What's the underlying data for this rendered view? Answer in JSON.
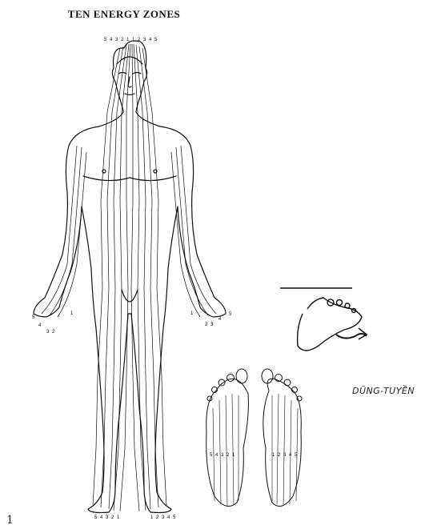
{
  "title": "TEN ENERGY ZONES",
  "head_numbers": "5 4 3 2 1 1 2 3 4 5",
  "right_hand_numbers": {
    "top": "5",
    "mid": "4",
    "low": "3 2",
    "thumb": "1"
  },
  "left_hand_numbers": {
    "thumb": "1",
    "low": "2 3",
    "mid": "4",
    "top": "5"
  },
  "foot_numbers_left": "5 4 3 2 1",
  "foot_numbers_right": "1 2 3 4 5",
  "sole_numbers_left": "5 4 3 2 1",
  "sole_numbers_right": "1 2 3 4 5",
  "handwritten_label": "DŨNG-TUYỀN",
  "page_number": "1",
  "colors": {
    "ink": "#111111",
    "paper": "#ffffff"
  }
}
